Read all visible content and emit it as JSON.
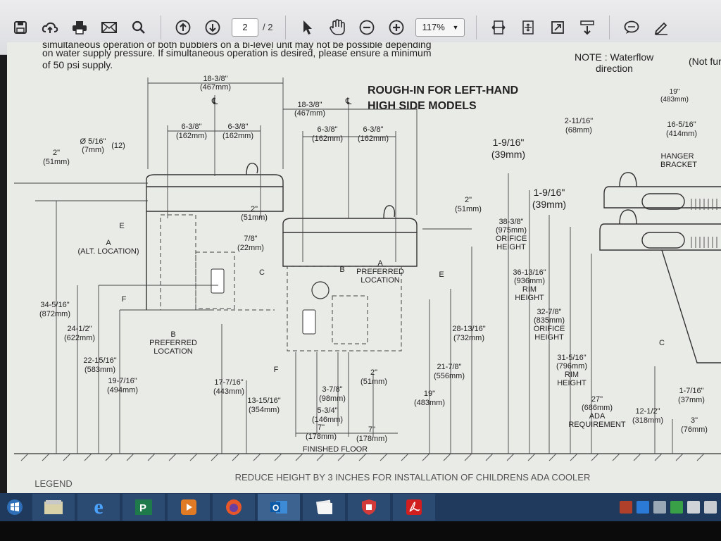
{
  "toolbar": {
    "page_current": "2",
    "page_total": "/ 2",
    "zoom": "117%",
    "buttons": [
      "save",
      "upload",
      "print",
      "email",
      "search",
      "page-up",
      "page-down",
      "select",
      "hand",
      "zoom-out",
      "zoom-in",
      "fit-page",
      "rotate",
      "fullscreen",
      "scroll",
      "comment",
      "sign"
    ]
  },
  "document": {
    "top_note_line1": "simultaneous operation of both bubblers on a bi-level unit may not be possible depending",
    "top_note_line2": "on water supply pressure. If simultaneous operation is desired, please ensure a minimum",
    "top_note_line3": "of 50 psi supply.",
    "waterflow_note": "NOTE : Waterflow",
    "waterflow_note2": "direction",
    "not_fur": "(Not fur",
    "heading1": "ROUGH-IN FOR LEFT-HAND",
    "heading2": "HIGH SIDE MODELS",
    "footer_note": "REDUCE HEIGHT BY 3 INCHES FOR INSTALLATION OF CHILDRENS ADA COOLER",
    "legend": "LEGEND",
    "finished_floor": "FINISHED FLOOR",
    "dims": {
      "d1": "18-3/8\"",
      "d1m": "(467mm)",
      "d2": "18-3/8\"",
      "d2m": "(467mm)",
      "d3": "6-3/8\"",
      "d3m": "(162mm)",
      "d4": "6-3/8\"",
      "d4m": "(162mm)",
      "d5": "6-3/8\"",
      "d5m": "(162mm)",
      "d6": "6-3/8\"",
      "d6m": "(162mm)",
      "d7": "Ø 5/16\"",
      "d7m": "(7mm)",
      "d7n": "(12)",
      "d8": "2\"",
      "d8m": "(51mm)",
      "d9": "2\"",
      "d9m": "(51mm)",
      "d10": "2\"",
      "d10m": "(51mm)",
      "d11": "7/8\"",
      "d11m": "(22mm)",
      "d12": "34-5/16\"",
      "d12m": "(872mm)",
      "d13": "24-1/2\"",
      "d13m": "(622mm)",
      "d14": "22-15/16\"",
      "d14m": "(583mm)",
      "d15": "19-7/16\"",
      "d15m": "(494mm)",
      "d16": "17-7/16\"",
      "d16m": "(443mm)",
      "d17": "13-15/16\"",
      "d17m": "(354mm)",
      "d18": "3-7/8\"",
      "d18m": "(98mm)",
      "d19": "5-3/4\"",
      "d19m": "(146mm)",
      "d20": "7\"",
      "d20m": "(178mm)",
      "d21": "7\"",
      "d21m": "(178mm)",
      "d22": "2\"",
      "d22m": "(51mm)",
      "d23": "19\"",
      "d23m": "(483mm)",
      "d24": "21-7/8\"",
      "d24m": "(556mm)",
      "d25": "28-13/16\"",
      "d25m": "(732mm)",
      "d26": "1-9/16\"",
      "d26m": "(39mm)",
      "d27": "1-9/16\"",
      "d27m": "(39mm)",
      "d28": "38-3/8\"",
      "d28m": "(975mm)",
      "d28a": "ORIFICE",
      "d28b": "HEIGHT",
      "d29": "36-13/16\"",
      "d29m": "(936mm)",
      "d29a": "RIM",
      "d29b": "HEIGHT",
      "d30": "32-7/8\"",
      "d30m": "(835mm)",
      "d30a": "ORIFICE",
      "d30b": "HEIGHT",
      "d31": "31-5/16\"",
      "d31m": "(796mm)",
      "d31a": "RIM",
      "d31b": "HEIGHT",
      "d32": "27\"",
      "d32m": "(686mm)",
      "d32a": "ADA",
      "d32b": "REQUIREMENT",
      "d33": "12-1/2\"",
      "d33m": "(318mm)",
      "d34": "2-11/16\"",
      "d34m": "(68mm)",
      "d35": "19\"",
      "d35m": "(483mm)",
      "d36": "16-5/16\"",
      "d36m": "(414mm)",
      "d37": "1-7/16\"",
      "d37m": "(37mm)",
      "d38": "3\"",
      "d38m": "(76mm)"
    },
    "labels": {
      "a_alt": "A",
      "a_alt2": "(ALT. LOCATION)",
      "a_pref": "A",
      "a_pref2": "PREFERRED",
      "a_pref3": "LOCATION",
      "b_pref": "B",
      "b_pref2": "PREFERRED",
      "b_pref3": "LOCATION",
      "b2": "B",
      "e1": "E",
      "e2": "E",
      "f1": "F",
      "f2": "F",
      "c1": "C",
      "c2": "C",
      "cl1": "℄",
      "cl2": "℄",
      "hanger1": "HANGER",
      "hanger2": "BRACKET"
    }
  },
  "taskbar": {
    "items": [
      "start",
      "file-explorer",
      "internet-explorer",
      "publisher",
      "video-player",
      "firefox",
      "outlook",
      "photos",
      "security",
      "acrobat-reader"
    ]
  }
}
